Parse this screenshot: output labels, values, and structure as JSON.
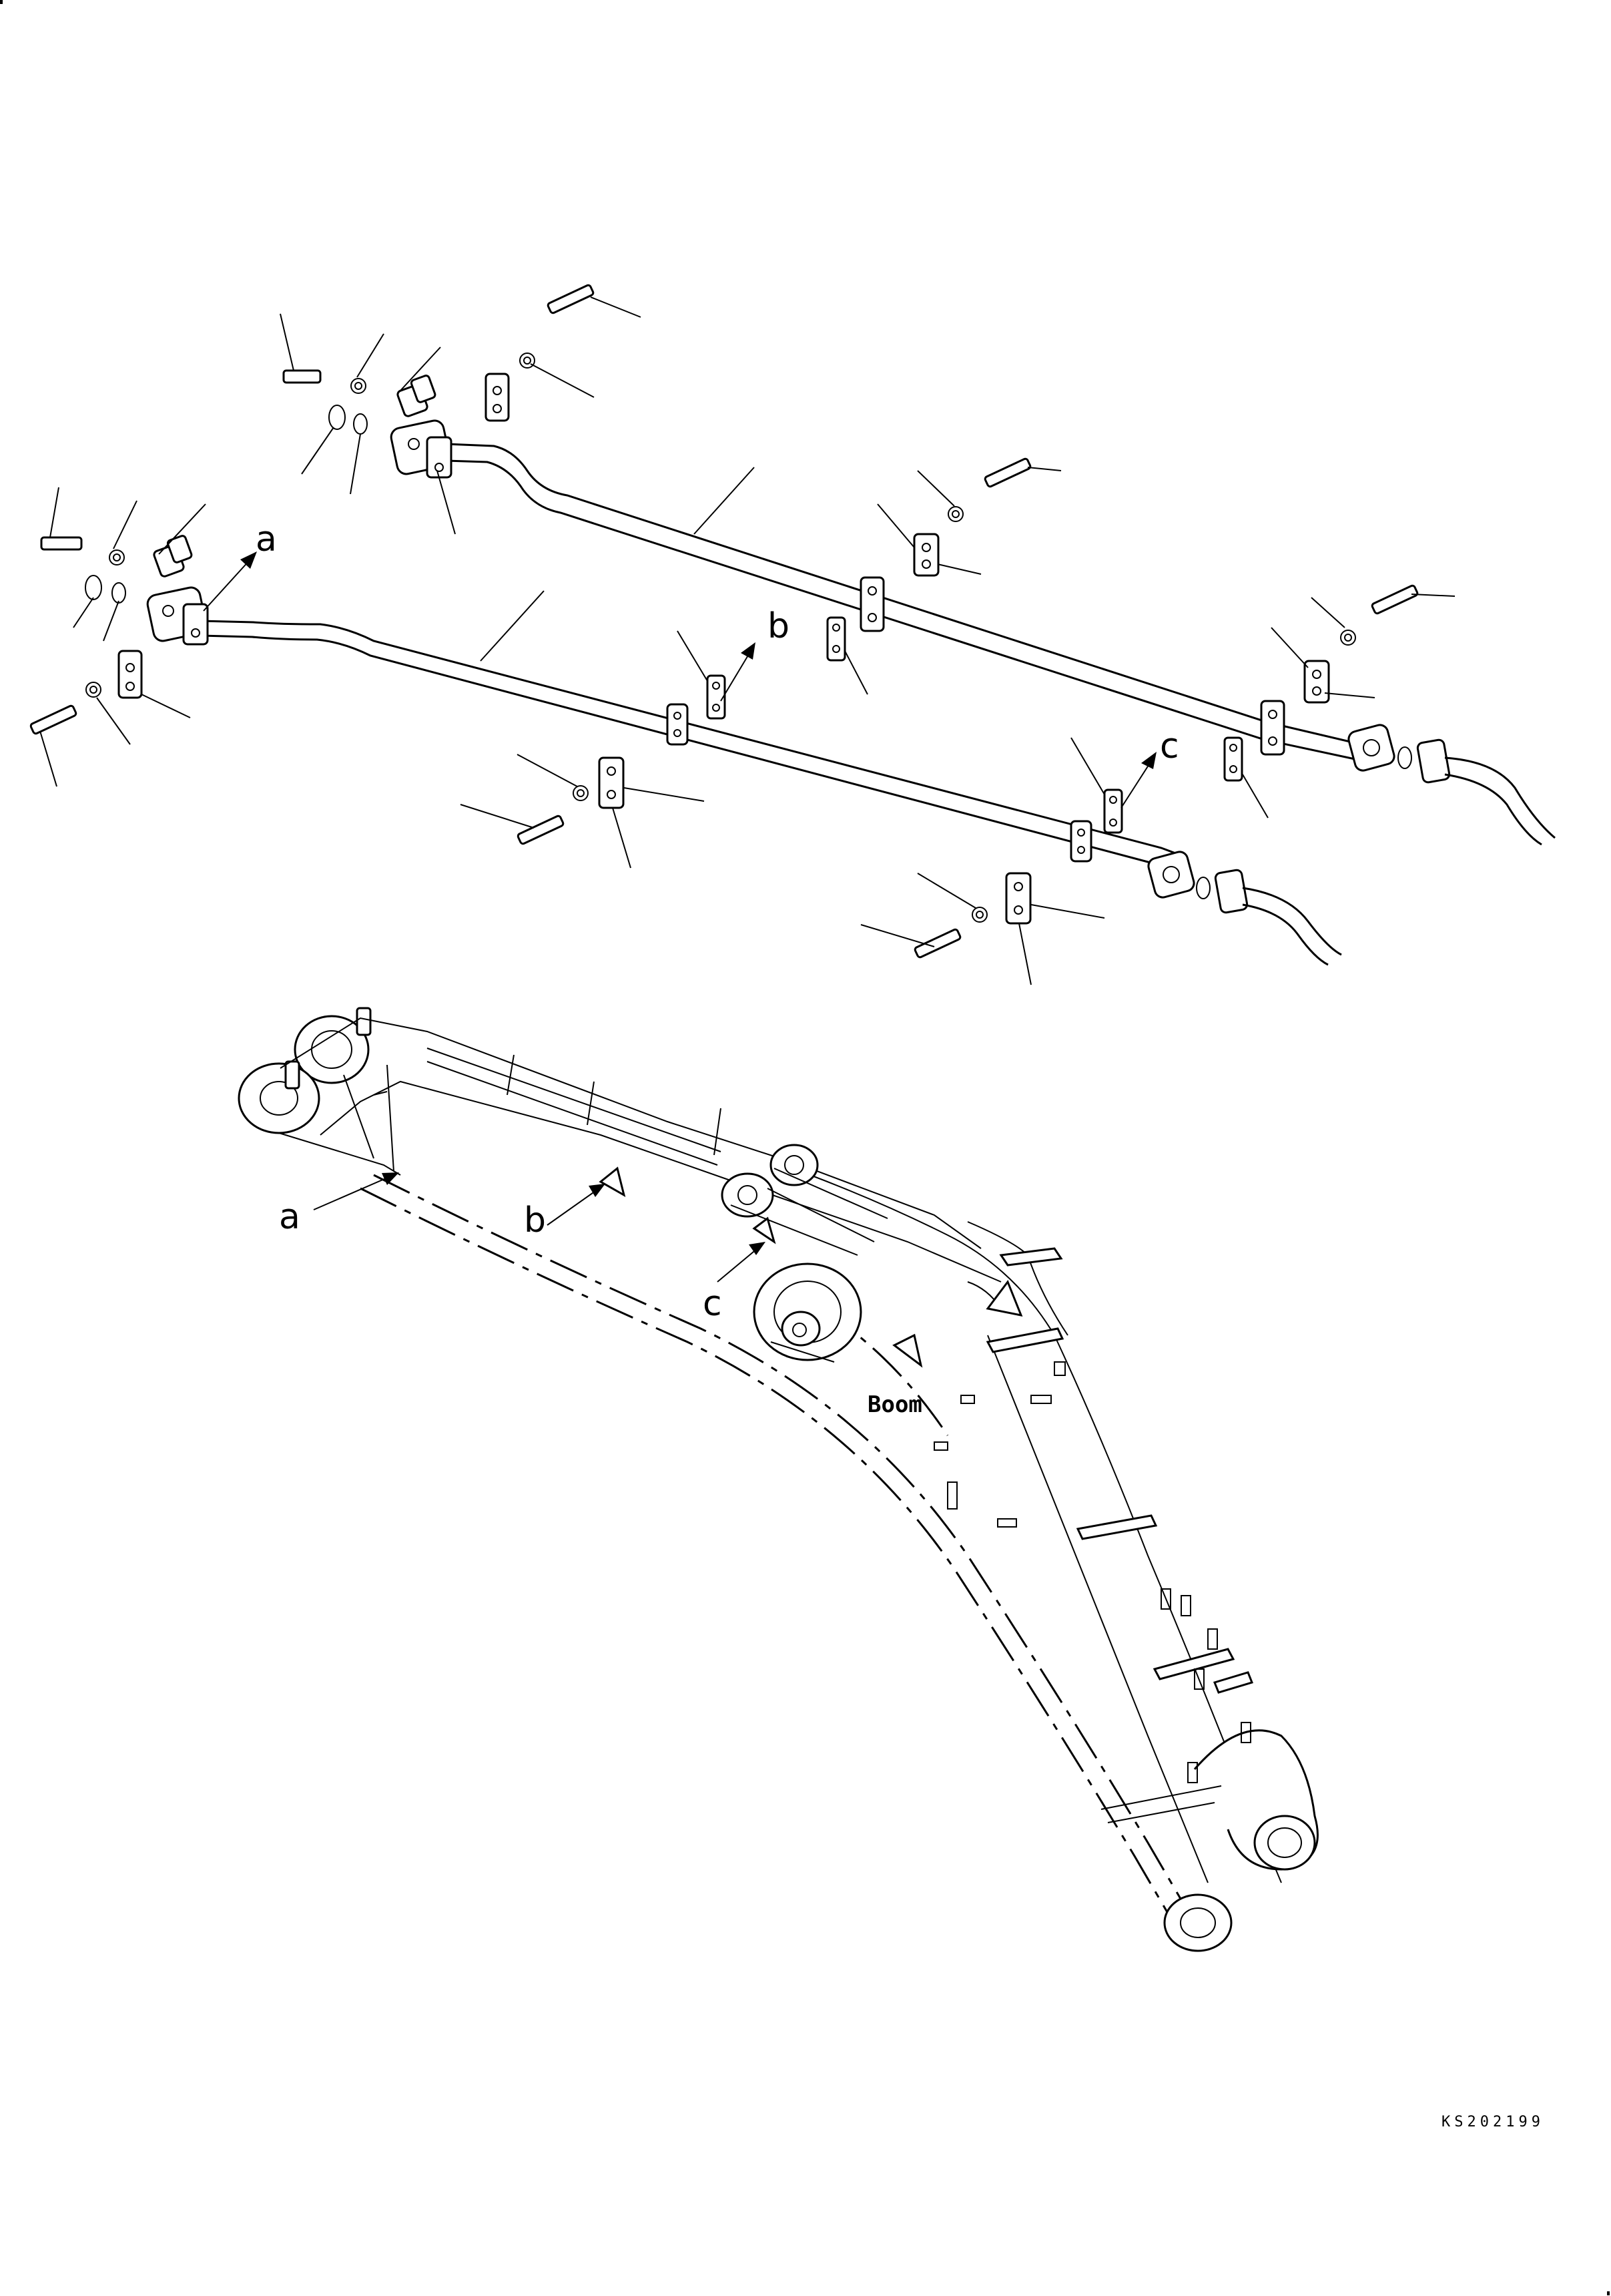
{
  "labels": {
    "a": "a",
    "b": "b",
    "c": "c",
    "boom": "Boom",
    "code": "KS202199"
  }
}
